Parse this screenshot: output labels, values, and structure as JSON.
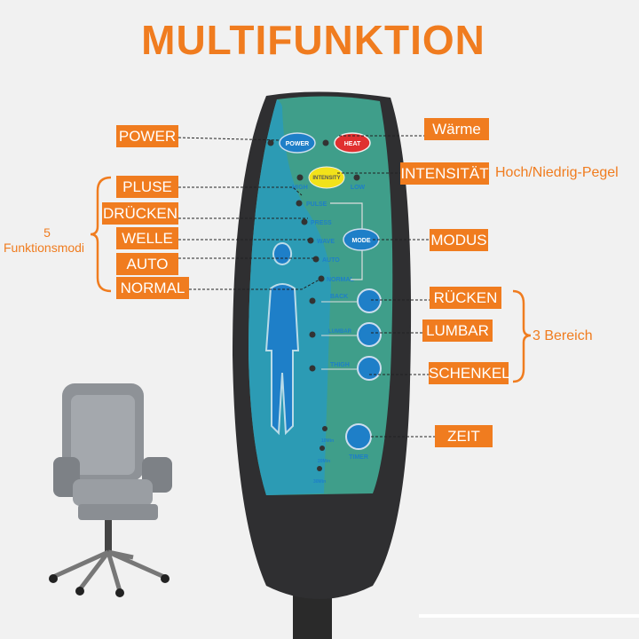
{
  "title": "MULTIFUNKTION",
  "labels": {
    "power": "POWER",
    "warme": "Wärme",
    "intensitat": "INTENSITÄT",
    "pegel": "Hoch/Niedrig-Pegel",
    "pluse": "PLUSE",
    "drucken": "DRÜCKEN",
    "welle": "WELLE",
    "auto": "AUTO",
    "normal": "NORMAL",
    "modus": "MODUS",
    "rucken": "RÜCKEN",
    "lumbar": "LUMBAR",
    "schenkel": "SCHENKEL",
    "zeit": "ZEIT",
    "modi_count": "5",
    "modi": "Funktionsmodi",
    "bereich": "3 Bereich"
  },
  "remote": {
    "power": "POWER",
    "heat": "HEAT",
    "intensity": "INTENSITY",
    "high": "HIGH",
    "low": "LOW",
    "pulse": "PULSE",
    "press": "PRESS",
    "wave": "WAVE",
    "auto": "AUTO",
    "normal": "NORMAL",
    "mode": "MODE",
    "back": "BACK",
    "lumbar": "LUMBAR",
    "thigh": "THIGH",
    "timer": "TIMER",
    "t10": "10Min",
    "t20": "20Min",
    "t30": "30Min"
  },
  "colors": {
    "accent": "#f07c1f",
    "face": "#3f9e8a",
    "button": "#1e7fc8",
    "heat": "#e03030",
    "intensity": "#f2e21a"
  }
}
